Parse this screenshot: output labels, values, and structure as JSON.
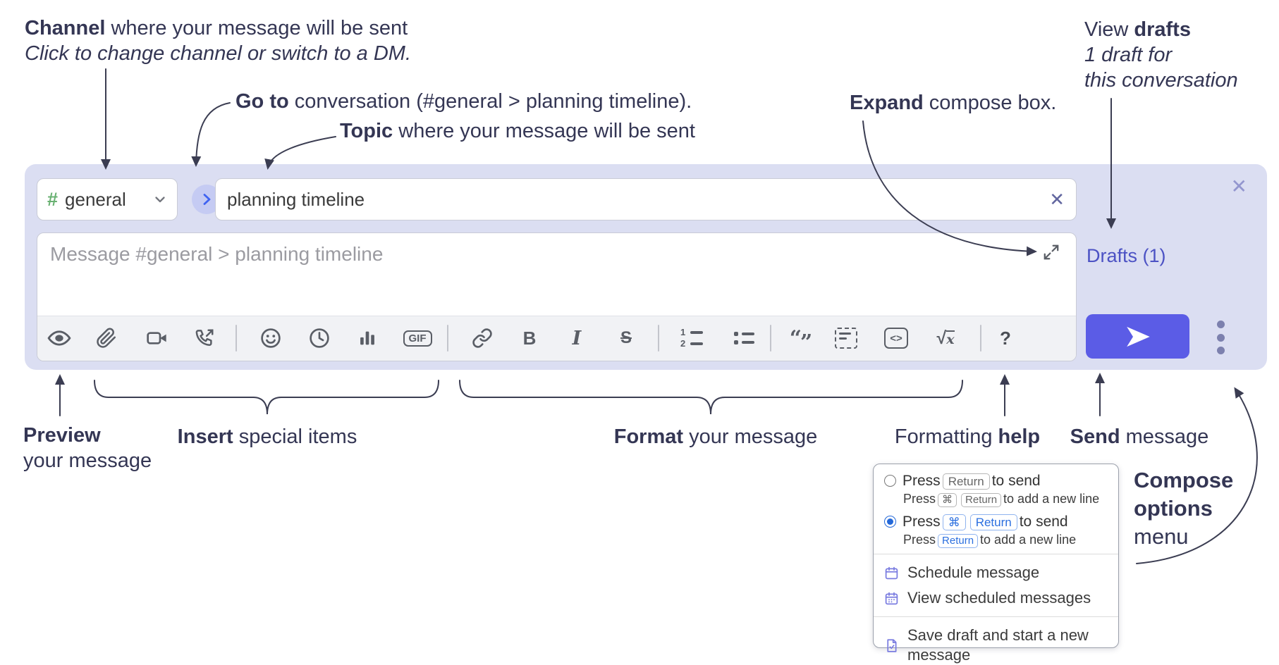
{
  "notes": {
    "channel_bold": "Channel",
    "channel_rest": " where your message will be sent",
    "channel_sub": "Click to change channel or switch to a DM.",
    "goto_bold": "Go to",
    "goto_rest": " conversation (#general > planning timeline).",
    "topic_bold": "Topic",
    "topic_rest": " where your message will be sent",
    "expand_bold": "Expand",
    "expand_rest": " compose box.",
    "drafts_pre": "View ",
    "drafts_bold": "drafts",
    "drafts_l2": "1 draft for",
    "drafts_l3": "this conversation",
    "preview_bold": "Preview",
    "preview_l2": "your message",
    "insert_bold": "Insert",
    "insert_rest": " special items",
    "format_bold": "Format",
    "format_rest": " your message",
    "fmthelp_pre": "Formatting ",
    "fmthelp_bold": "help",
    "send_bold": "Send",
    "send_rest": " message",
    "opts_l1": "Compose",
    "opts_l2": "options",
    "opts_l3": "menu"
  },
  "compose": {
    "hash": "#",
    "channel": "general",
    "topic": "planning timeline",
    "placeholder": "Message #general > planning timeline",
    "drafts_link": "Drafts (1)",
    "clear_x": "✕",
    "close_x": "✕"
  },
  "toolbar": {
    "gif": "GIF",
    "bold": "B",
    "italic": "I",
    "strike": "S",
    "quote_open": "“",
    "quote_close": "”",
    "code": "<>",
    "sqrt": "√",
    "math_x": "x",
    "help": "?",
    "icons": [
      "preview",
      "attach-file",
      "start-video-call",
      "start-voice-call",
      "emoji",
      "add-global-time",
      "poll",
      "gif",
      "link",
      "bold",
      "italic",
      "strikethrough",
      "numbered-list",
      "bulleted-list",
      "quote",
      "spoiler",
      "code",
      "math",
      "message-formatting-help"
    ]
  },
  "popup": {
    "r1_press": "Press",
    "r1_key": "Return",
    "r1_after": "to send",
    "r1s_press": "Press",
    "r1s_k1": "⌘",
    "r1s_k2": "Return",
    "r1s_after": "to add a new line",
    "r2_press": "Press",
    "r2_k1": "⌘",
    "r2_k2": "Return",
    "r2_after": "to send",
    "r2s_press": "Press",
    "r2s_k1": "Return",
    "r2s_after": "to add a new line",
    "item1": "Schedule message",
    "item2": "View scheduled messages",
    "item3": "Save draft and start a new message"
  },
  "colors": {
    "compose_bg": "#dbdef2",
    "send_button": "#5b5ce6",
    "hash_green": "#69b172",
    "drafts_link": "#4c52c4",
    "radio_selected": "#2468d8",
    "kbd_blue": "#2b6fdf",
    "popup_icon_purple": "#7a7ce0",
    "annotation_ink": "#343654",
    "toolbar_icon": "#5a5e66"
  }
}
